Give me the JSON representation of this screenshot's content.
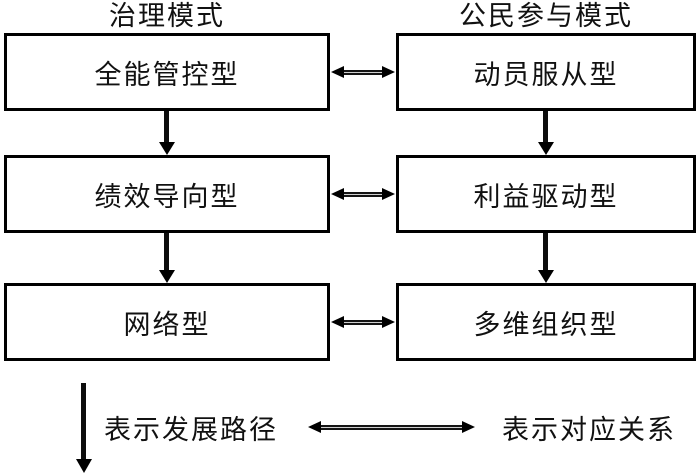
{
  "diagram": {
    "headers": {
      "governance": "治理模式",
      "participation": "公民参与模式"
    },
    "governance_column": {
      "row1": "全能管控型",
      "row2": "绩效导向型",
      "row3": "网络型"
    },
    "participation_column": {
      "row1": "动员服从型",
      "row2": "利益驱动型",
      "row3": "多维组织型"
    },
    "legend": {
      "development_path": "表示发展路径",
      "correspondence": "表示对应关系"
    },
    "colors": {
      "ink": "#000000",
      "background": "#ffffff",
      "shaft_highlight": "#cfcfcf"
    }
  }
}
